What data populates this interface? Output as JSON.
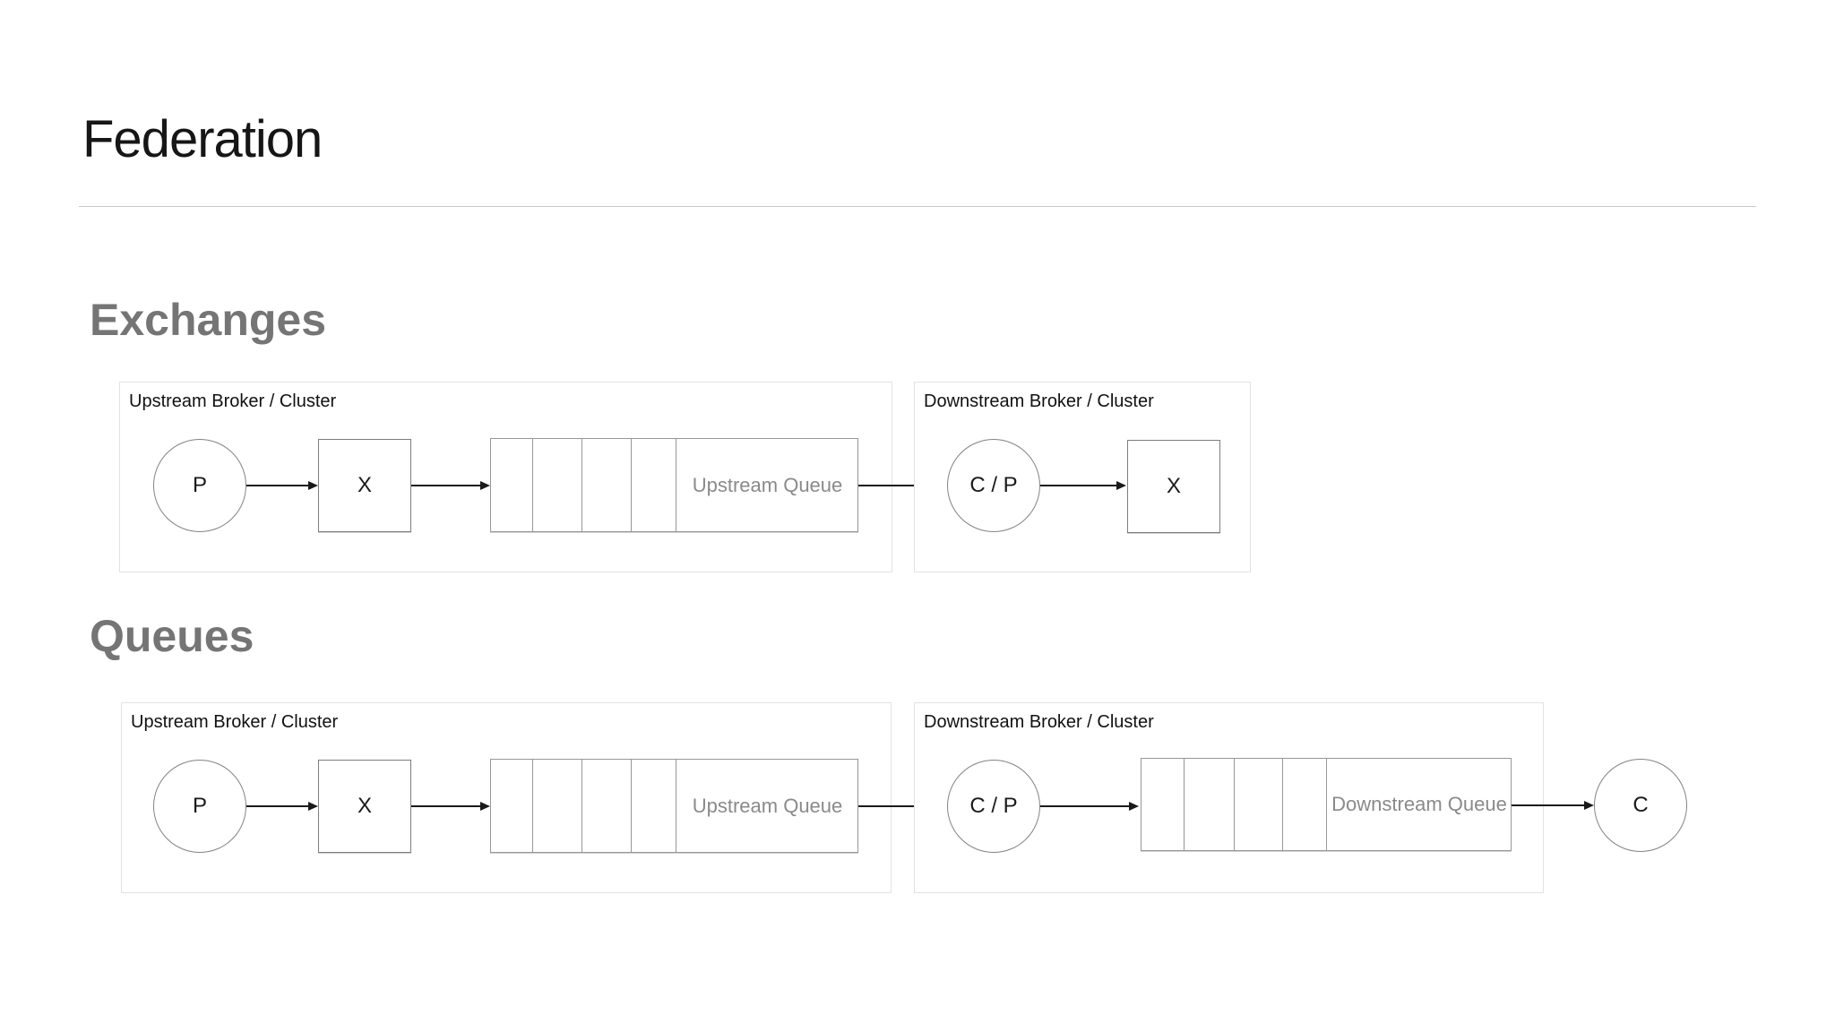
{
  "page": {
    "title": "Federation"
  },
  "sections": {
    "exchanges": {
      "heading": "Exchanges",
      "upstream": {
        "label": "Upstream Broker / Cluster",
        "producer_label": "P",
        "exchange_label": "X",
        "queue_label": "Upstream Queue"
      },
      "downstream": {
        "label": "Downstream Broker / Cluster",
        "consumer_producer_label": "C / P",
        "exchange_label": "X"
      }
    },
    "queues": {
      "heading": "Queues",
      "upstream": {
        "label": "Upstream Broker / Cluster",
        "producer_label": "P",
        "exchange_label": "X",
        "queue_label": "Upstream Queue"
      },
      "downstream": {
        "label": "Downstream Broker / Cluster",
        "consumer_producer_label": "C / P",
        "queue_label": "Downstream Queue"
      },
      "consumer_label": "C"
    }
  },
  "colors": {
    "background": "#ffffff",
    "title_text": "#161616",
    "heading_gray": "#757575",
    "muted_label_gray": "#8a8a8a",
    "divider_line": "#c9c9c9",
    "container_border": "#e2e2e2",
    "shape_border": "#7d7d7d",
    "arrow": "#1a1a1a"
  }
}
